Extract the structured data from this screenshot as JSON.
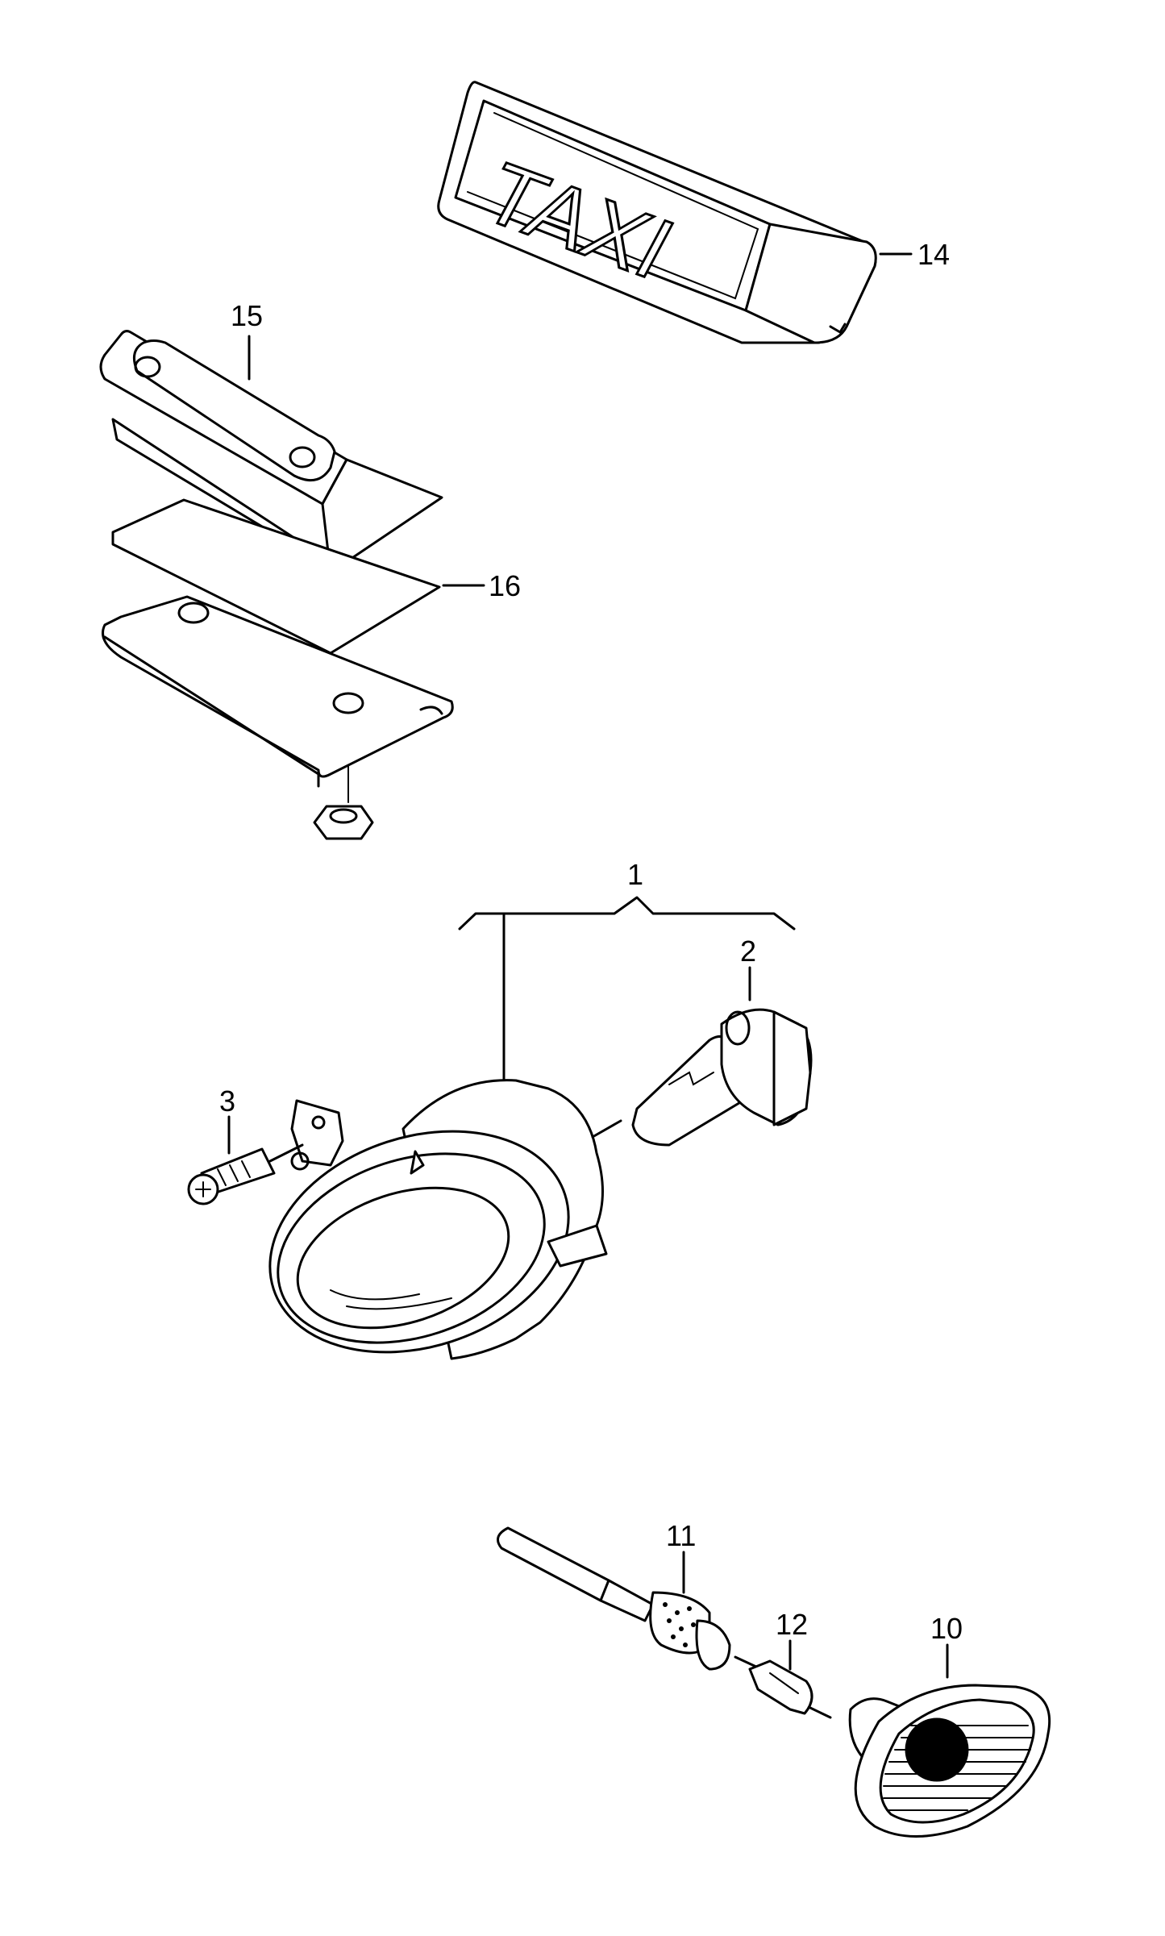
{
  "callouts": {
    "c1": "1",
    "c2": "2",
    "c3": "3",
    "c10": "10",
    "c11": "11",
    "c12": "12",
    "c14": "14",
    "c15": "15",
    "c16": "16"
  },
  "sign_text": "TAXI",
  "icons": [
    "taxi-roof-sign",
    "mounting-base",
    "fog-lamp",
    "bulb",
    "screw",
    "bulb-socket",
    "side-marker-lamp"
  ],
  "colors": {
    "line": "#000000",
    "background": "#ffffff"
  }
}
